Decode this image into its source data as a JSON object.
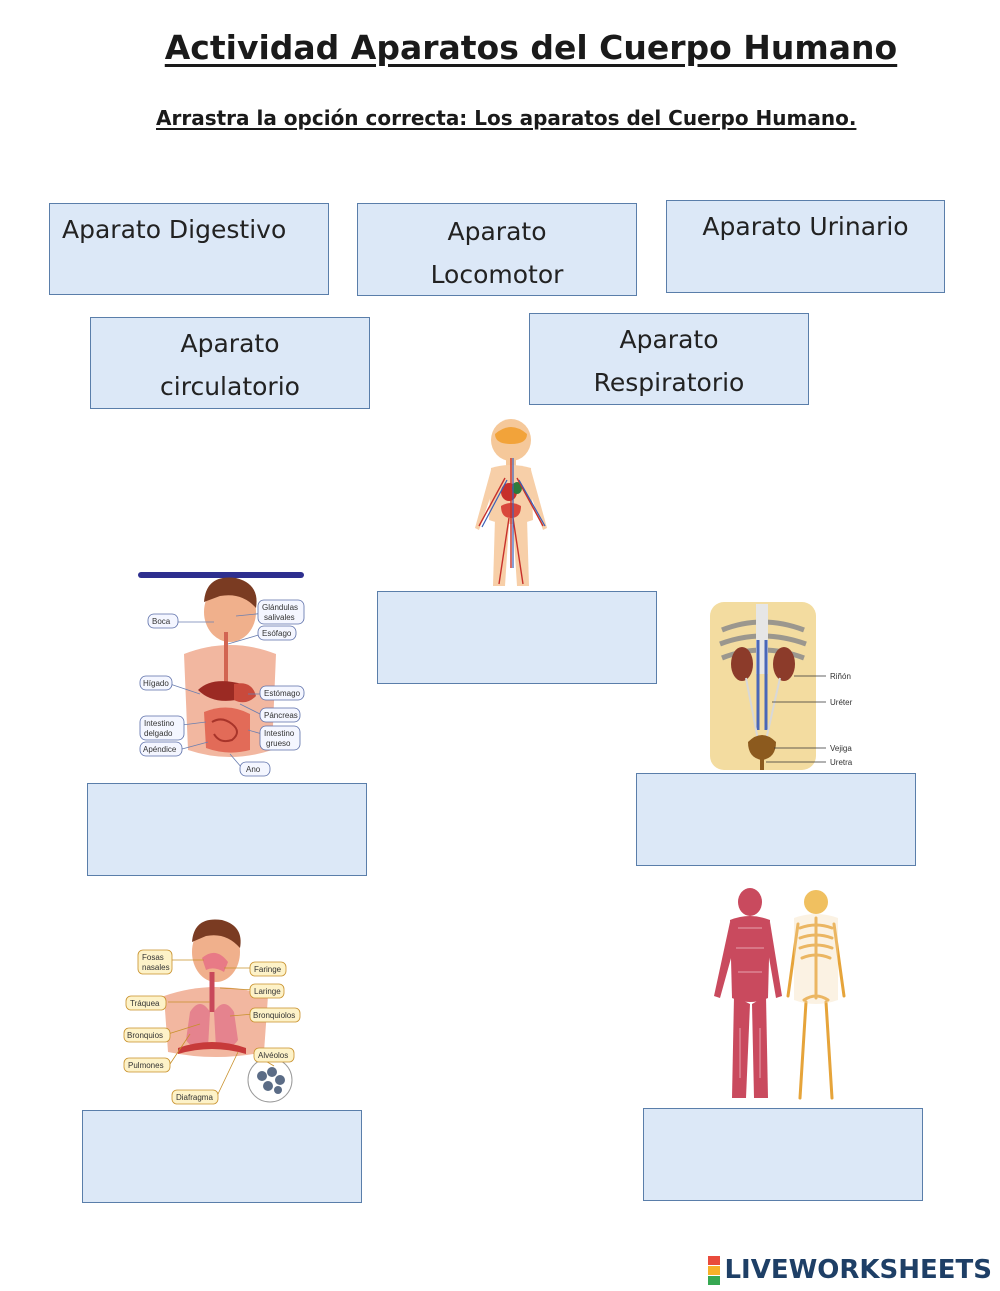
{
  "title": "Actividad Aparatos del Cuerpo Humano",
  "instruction": "Arrastra la opción correcta: Los aparatos del Cuerpo Humano.",
  "options": {
    "digestivo": "Aparato Digestivo",
    "locomotor_1": "Aparato",
    "locomotor_2": "Locomotor",
    "urinario": "Aparato Urinario",
    "circulatorio_1": "Aparato",
    "circulatorio_2": "circulatorio",
    "respiratorio_1": "Aparato",
    "respiratorio_2": "Respiratorio"
  },
  "digestive_labels": {
    "boca": "Boca",
    "glandulas_1": "Glándulas",
    "glandulas_2": "salivales",
    "esofago": "Esófago",
    "higado": "Hígado",
    "estomago": "Estómago",
    "pancreas": "Páncreas",
    "intestino_delgado_1": "Intestino",
    "intestino_delgado_2": "delgado",
    "intestino_grueso_1": "Intestino",
    "intestino_grueso_2": "grueso",
    "apendice": "Apéndice",
    "ano": "Ano"
  },
  "urinary_labels": {
    "rinon": "Riñón",
    "ureter": "Uréter",
    "vejiga": "Vejiga",
    "uretra": "Uretra"
  },
  "respiratory_labels": {
    "fosas_1": "Fosas",
    "fosas_2": "nasales",
    "faringe": "Faringe",
    "laringe": "Laringe",
    "traquea": "Tráquea",
    "bronquiolos": "Bronquiolos",
    "bronquios": "Bronquios",
    "alveolos": "Alvéolos",
    "pulmones": "Pulmones",
    "diafragma": "Diafragma"
  },
  "brand": "LIVEWORKSHEETS",
  "colors": {
    "box_fill": "#dce8f7",
    "box_border": "#5a7eaa",
    "brand": "#1e3f66"
  }
}
